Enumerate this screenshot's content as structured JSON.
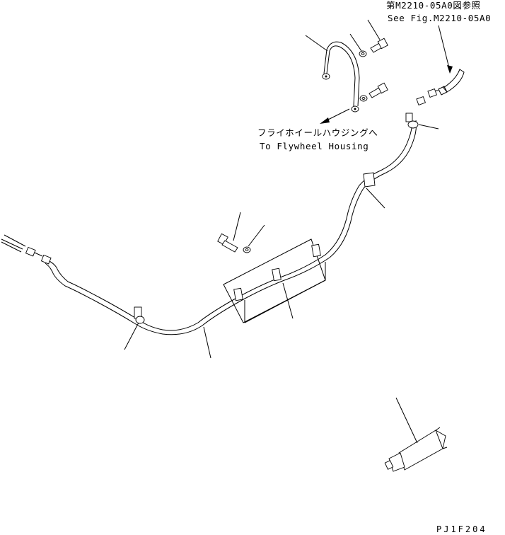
{
  "references": {
    "fig_ref_jp": "第M2210-05A0図参照",
    "fig_ref_en": "See Fig.M2210-05A0",
    "flywheel_jp": "フライホイールハウジングへ",
    "flywheel_en": "To Flywheel Housing"
  },
  "drawing_code": "PJ1F204"
}
